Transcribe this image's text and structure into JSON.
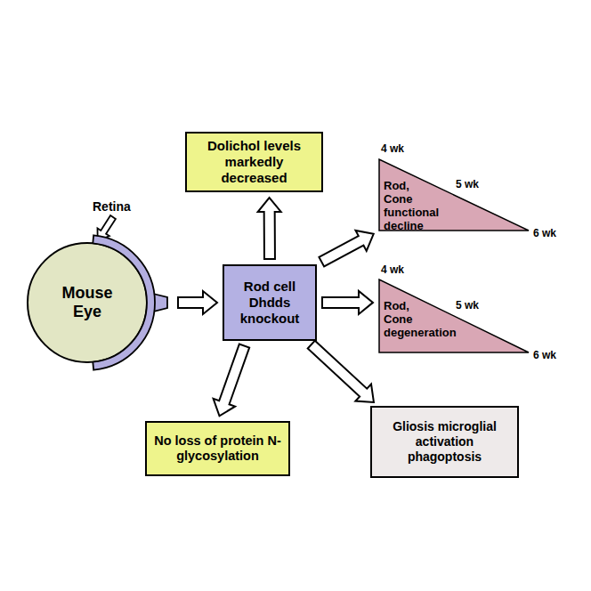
{
  "diagram": {
    "nodes": [
      {
        "text": [
          "Mouse Eye"
        ]
      },
      {
        "text": [
          "Rod cell Dhdds knockout"
        ]
      },
      {
        "text": [
          "Dolichol levels markedly decreased"
        ]
      },
      {
        "text": [
          "Rod, Cone functional decline"
        ]
      },
      {
        "text": [
          "Rod, Cone degeneration"
        ]
      },
      {
        "text": [
          "No loss of protein N-glycosylation"
        ]
      },
      {
        "text": [
          "Gliosis microglial activation phagoptosis"
        ]
      }
    ],
    "edges": [
      {
        "from": 0,
        "to": 1,
        "arrow": "to"
      },
      {
        "from": 1,
        "to": 2,
        "arrow": "to"
      },
      {
        "from": 1,
        "to": 3,
        "arrow": "to"
      },
      {
        "from": 1,
        "to": 4,
        "arrow": "to"
      },
      {
        "from": 1,
        "to": 5,
        "arrow": "to"
      },
      {
        "from": 1,
        "to": 6,
        "arrow": "to"
      }
    ],
    "labels": [
      "Retina",
      "4 wk",
      "5 wk",
      "6 wk",
      "4 wk",
      "5 wk",
      "6 wk"
    ]
  }
}
